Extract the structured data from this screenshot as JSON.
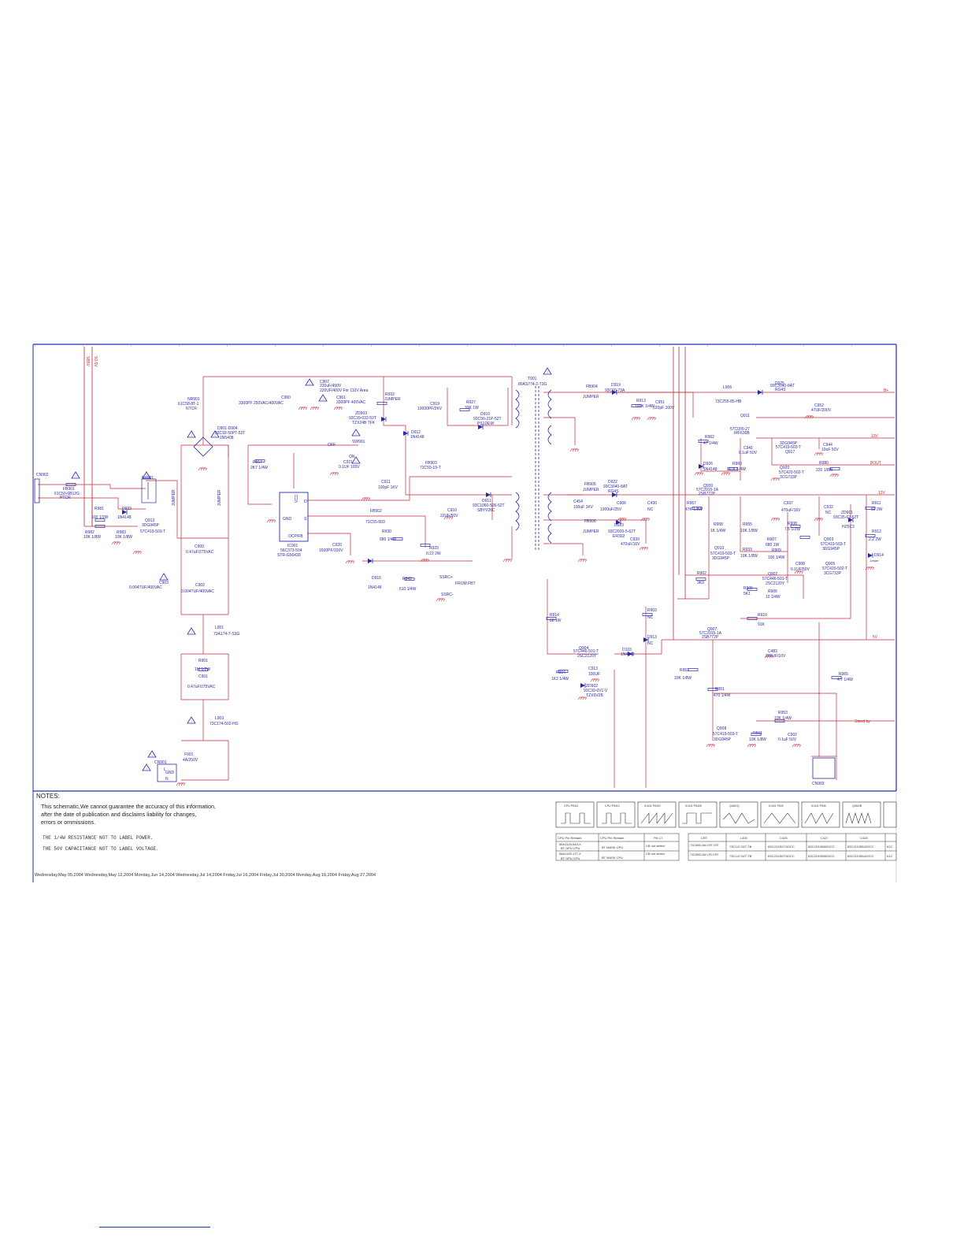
{
  "colors": {
    "wire": "#c62a3a",
    "component": "#2a2aa8",
    "frame": "#1f2fb8",
    "ground": "#c62a3a"
  },
  "rails": {
    "top": [
      "SB5V",
      "S0.5V"
    ],
    "right_top": [
      "B+",
      "13V",
      "12V",
      "5V"
    ]
  },
  "labels": {
    "cn902": "CN902",
    "fb901": "FB901",
    "fb901_val": "61C50-6B12G",
    "ptcr": "PTCR",
    "r981": "R981",
    "r981_val": "100 1/2W",
    "d933": "D933",
    "d933_val": "1N4148",
    "r982": "R982",
    "r982_val": "10K 1/8W",
    "r983": "R983",
    "r983_val": "10K 1/8W",
    "q913": "Q913",
    "q913_a": "3DG945P",
    "q913_b": "57C419-503-T",
    "ry901": "RY901",
    "nr901": "NR901",
    "nr901_a": "61C58-8T-1",
    "nr901_b": "NTCR",
    "bridge": "D901-D904",
    "bridge_a": "93C92-50PT-52T",
    "bridge_b": "1N5408",
    "c960": "C960",
    "c960_val": "3300PF 250VAC/400VAC",
    "c907": "C907",
    "c907_val": "220uF/450V",
    "c907_note": "220UF/400V For 110V Area",
    "c961": "C961",
    "c961_val": "3300PF 400VAC",
    "r932": "R932",
    "r932_val": "JUMPER",
    "zd903": "ZD903",
    "zd903_a": "93C39-032-52T",
    "zd903_b": "TZX24B TFK",
    "d912": "D912",
    "d912_val": "1N4148",
    "c919": "C919",
    "c919_val": "10000PF/2KV",
    "r927": "R927",
    "r927_val": "33K 1W",
    "d910": "D910",
    "d910_a": "93C90-21P-52T",
    "d910_b": "PS1DEW",
    "t901": "T901",
    "t901_val": "80AS774-2-T3G",
    "sw901": "SW901",
    "off": "OFF",
    "on": "ON",
    "c921": "C921",
    "c921_val": "0.1UF 100V",
    "r917": "R917",
    "r917_val": "2K7 1/4W",
    "fb903": "FB903",
    "fb903_val": "73C55-19-T",
    "c911": "C911",
    "c911_val": "100pF 1KV",
    "ic901": "IC901",
    "ic901_a": "56C373-504",
    "ic901_b": "STR-G5643D",
    "ic_d": "D",
    "ic_vcc": "VCC",
    "ic_gnd": "GND",
    "ic_s": "S",
    "ic_ocp": "OCP/FB",
    "fb902": "FB902",
    "fb902_val": "71C55-503",
    "r930": "R930",
    "r930_val": "680 1/4W",
    "c920": "C920",
    "c920_val": "1500PF/100V",
    "r929": "R929",
    "r929_val": "0.22 2W",
    "d916": "D916",
    "d916_val": "1N4148",
    "r942": "R942",
    "r942_val": "510 1/4W",
    "ssrc_p": "SSRC+",
    "ssrc_m": "SSRC-",
    "from_fbt": "FROM FBT",
    "c910": "C910",
    "c910_val": "22UF/50V",
    "d911": "D911",
    "d911_a": "93C1060-506-52T",
    "d911_b": "SBYV26C",
    "c900": "C900",
    "c900_val": "0.47uF/275VAC",
    "c903": "C903",
    "c903_val": "0.004TUF/400VAC",
    "c902": "C902",
    "c902_val": "0.004TUF/400VAC",
    "jumper_a": "JUMPER",
    "jumper_b": "JUMPER",
    "l901": "L901",
    "l901_val": "73A174-7-S3G",
    "r901": "R901",
    "r901_val": "1M 1/2W",
    "c901": "C901",
    "c901_val": "0.47uF/275VAC",
    "l903": "L903",
    "l903_val": "73C174-502-HG",
    "f901": "F901",
    "f901_val": "4A/250V",
    "cn901": "CN901",
    "gnd": "GND",
    "l": "L",
    "n": "N",
    "fb904": "FB904",
    "fb904_val": "JUMPER",
    "d919": "D919",
    "d919_val": "93C60-73A",
    "r913": "R913",
    "r913_val": "100K 1/4W",
    "c951": "C951",
    "c951_val": "220pF 100V",
    "l906": "L906",
    "l906_val": "73C255-85-HB",
    "d925": "D925",
    "d925_a": "93C3040-8AT",
    "d925_b": "RG4S",
    "c952": "C952",
    "c952_val": "47UF/200V",
    "q911": "Q911",
    "q911_a": "57C000-27",
    "q911_b": "IRF630B",
    "r962": "R962",
    "r962_val": "47 1/4W",
    "c941": "C941",
    "c941_val": "0.1uF 50V",
    "q917": "3DG945P",
    "q917_b": "57C419-503-T",
    "q917_c": "Q917",
    "c944": "C944",
    "c944_val": "10uF 50V",
    "d926": "D926",
    "d926_val": "1N4148",
    "r960": "R960",
    "r960_val": "47K 1/4W",
    "q920": "Q920",
    "q920_a": "57C420-502-T",
    "q920_b": "3CG733P",
    "r980": "R980",
    "r980_val": "220 1/8W",
    "bout": "BOUT",
    "fb905": "FB905",
    "fb905_val": "JUMPER",
    "d922": "D922",
    "d922_a": "93C3040-8AT",
    "d922_b": "RG4S",
    "c454": "C454",
    "c454_val": "100uF 1KV",
    "c906": "C906",
    "c906_val": "1000uF/25V",
    "c430": "C430",
    "c430_val": "NC",
    "fb906": "FB906",
    "fb906_val": "JUMPER",
    "d923": "D923",
    "d923_a": "93C2020-5-62T",
    "d923_b": "ER302",
    "c939": "C939",
    "c939_val": "470uF/16V",
    "q930": "Q930",
    "q930_a": "57C2015-1A",
    "q930_b": "2SB772P",
    "r967": "R967",
    "r967_val": "47K 1/8W",
    "r958": "R958",
    "r958_val": "1K 1/4W",
    "r955": "R955",
    "r955_val": "10K 1/8W",
    "c937": "C937",
    "c937_val": "470uF/16V",
    "c932": "C932",
    "c932_val": "NC",
    "zd901": "ZD901",
    "zd901_a": "93C35-62-52T",
    "zd901_b": "HZ5C3",
    "r911": "R911",
    "r911_val": "82 2W",
    "r912": "R912",
    "r912_val": "2.2 2W",
    "d914": "D914",
    "d914_val": "Jumper",
    "r908": "R908",
    "r908_val": "7.5 1/2W",
    "r907": "R907",
    "r907_val": "680 1W",
    "r909": "R909",
    "r909_val": "100 1/4W",
    "q910": "Q910",
    "q910_a": "57C419-503-T",
    "q910_b": "3DG945P",
    "r933": "R933",
    "r933_val": "10K 1/8W",
    "q903": "Q903",
    "q903_a": "57C419-503-T",
    "q903_b": "3DG945P",
    "c908": "C908",
    "c908_val": "0.1UF/50V",
    "q905": "Q905",
    "q905_a": "57C420-502-T",
    "q905_b": "3CG733P",
    "q902": "Q902",
    "q902_a": "57C446-501-T",
    "q902_b": "2SC2120Y",
    "r902": "R902",
    "r902_val": "3K9",
    "r905": "R905",
    "r905_val": "5K1",
    "r906": "R906",
    "r906_val": "10 1/4W",
    "r910": "R910",
    "r910_val": "91K",
    "r914": "R914",
    "r914_val": "68 1W",
    "r903": "R903",
    "r903_val": "NC",
    "d913": "D913",
    "d913_val": "NC",
    "q904": "Q904",
    "q904_a": "57C446-501-T",
    "q904_b": "2SC2120Y",
    "d103": "D103",
    "d103_val": "1N4148",
    "q907": "Q907",
    "q907_a": "57C2015-1A",
    "q907_b": "2SB772P",
    "c483": "C483",
    "c483_val": "220UF/10V",
    "r904": "R904",
    "r904_val": "1K2 1/4W",
    "c913": "C913",
    "c913_val": "100UF",
    "zd902": "ZD902",
    "zd902_a": "93C39-6V1-V",
    "zd902_b": "TZX6V2B",
    "r952": "R952",
    "r952_val": "10K 1/8W",
    "r951": "R951",
    "r951_val": "470 1/4W",
    "r965": "R965",
    "r965_val": "4.7 1/4W",
    "r953": "R953",
    "r953_val": "10K 1/4W",
    "stand_by": "Stand by",
    "q908": "Q908",
    "q908_a": "57C419-503-T",
    "q908_b": "3DG945P",
    "r501": "R501",
    "r501_val": "10K 1/8W",
    "c502": "C502",
    "c502_val": "0.1uF 50V",
    "cn903": "CN903"
  },
  "waveform_table": {
    "headers": [
      "CPU PIN11",
      "CPU PIN12",
      "IC401 PIN20",
      "IC401 PIN28",
      "Q452/Q",
      "IC401 PIN3",
      "IC401 PIN5",
      "Q452/B"
    ],
    "cols": [
      [
        "CPU Pin Remark",
        "56A1125-549-X",
        "BT GPU CPU",
        "56A1125-177-X",
        "BT GPU CPU"
      ],
      [
        "CPU Pin Remark",
        "BT MASK  CPU",
        "BT MASK  CPU"
      ],
      [
        "Pin 17",
        "CB out select",
        "CB out select"
      ]
    ],
    "cols2_header": [
      "CRT",
      "L400",
      "C425",
      "C427",
      "C428"
    ],
    "cols2_row1": [
      "73C3553-2AV CRT CRT",
      "73C147-527-TB",
      "63C210J0274OCC",
      "63C210J0682OCC",
      "63C210J5642OCC",
      "61C"
    ],
    "cols2_row2": [
      "73C3553-2AV LPD CRT",
      "73C147-527-TB",
      "63C210J0274OCC",
      "63C210J0682OCC",
      "63C210J5642OCC",
      "61C"
    ]
  },
  "notes": {
    "title": "NOTES:",
    "line1": "This schematic,We cannot guarantee the accuracy of this information,",
    "line2": "after the date of publication and disclaims liability for changes,",
    "line3": "errors or ommissions.",
    "line4": "THE 1/4W RESISTANCE NOT TO LABEL POWER.",
    "line5": "THE 50V CAPACITANCE NOT TO LABEL VOLTAGE."
  },
  "dates": "Wednesday,May 05,2004  Wednesday,May 12,2004  Monday,Jun 14,2004  Wednesday,Jul 14,2004    Friday,Jul 16,2004    Friday,Jul 30,2004    Monday,Aug 16,2004    Friday,Aug 27,2004"
}
